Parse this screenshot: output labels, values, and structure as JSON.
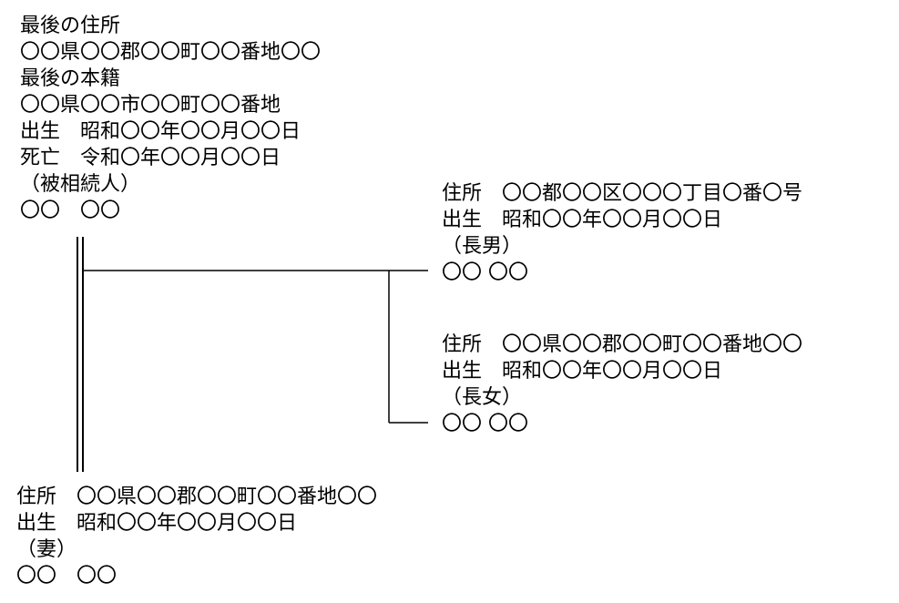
{
  "decedent": {
    "last_address_label": "最後の住所",
    "last_address": "〇〇県〇〇郡〇〇町〇〇番地〇〇",
    "last_domicile_label": "最後の本籍",
    "last_domicile": "〇〇県〇〇市〇〇町〇〇番地",
    "birth": "出生　昭和〇〇年〇〇月〇〇日",
    "death": "死亡　令和〇年〇〇月〇〇日",
    "role": "（被相続人）",
    "name": "〇〇　〇〇"
  },
  "eldest_son": {
    "address": "住所　〇〇都〇〇区〇〇〇丁目〇番〇号",
    "birth": "出生　昭和〇〇年〇〇月〇〇日",
    "role": "（長男）",
    "name": "〇〇 〇〇"
  },
  "eldest_daughter": {
    "address": "住所　〇〇県〇〇郡〇〇町〇〇番地〇〇",
    "birth": "出生　昭和〇〇年〇〇月〇〇日",
    "role": "（長女）",
    "name": "〇〇 〇〇"
  },
  "wife": {
    "address": "住所　〇〇県〇〇郡〇〇町〇〇番地〇〇",
    "birth": "出生　昭和〇〇年〇〇月〇〇日",
    "role": "（妻）",
    "name": "〇〇　〇〇"
  }
}
